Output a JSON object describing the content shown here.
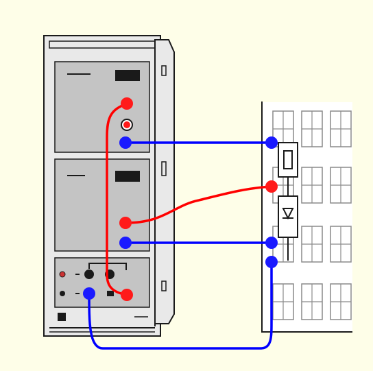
{
  "colors": {
    "page_background": "#ffffff",
    "canvas_background": "#fefee8",
    "instrument_body": "#e9e9e9",
    "instrument_panel": "#c4c4c4",
    "instrument_outline": "#1a1a1a",
    "breadboard_face": "#ffffff",
    "breadboard_grid": "#8a8a8a",
    "wire_red": "#ff0000",
    "wire_blue": "#0000ff",
    "terminal_red": "#ff1a1a",
    "terminal_blue": "#1a1aff"
  },
  "icons": {
    "instrument": "rack-instrument-icon",
    "breadboard": "plug-in-board-icon",
    "resistor": "resistor-icon",
    "diode": "diode-icon",
    "socket": "banana-socket-icon"
  },
  "wiring": [
    {
      "id": "red-loop",
      "color": "red",
      "from": "upper-module-positive-socket",
      "to": "bottom-module-red-socket"
    },
    {
      "id": "red-to-board",
      "color": "red",
      "from": "middle-module-red-socket",
      "to": "board-red-node"
    },
    {
      "id": "blue-upper",
      "color": "blue",
      "from": "upper-module-ground-socket",
      "to": "board-top-blue-node"
    },
    {
      "id": "blue-middle",
      "color": "blue",
      "from": "middle-module-blue-socket",
      "to": "board-mid-blue-node"
    },
    {
      "id": "blue-bottom",
      "color": "blue",
      "from": "bottom-module-blue-socket",
      "to": "board-low-blue-node"
    }
  ],
  "board_components": [
    "resistor",
    "diode"
  ]
}
